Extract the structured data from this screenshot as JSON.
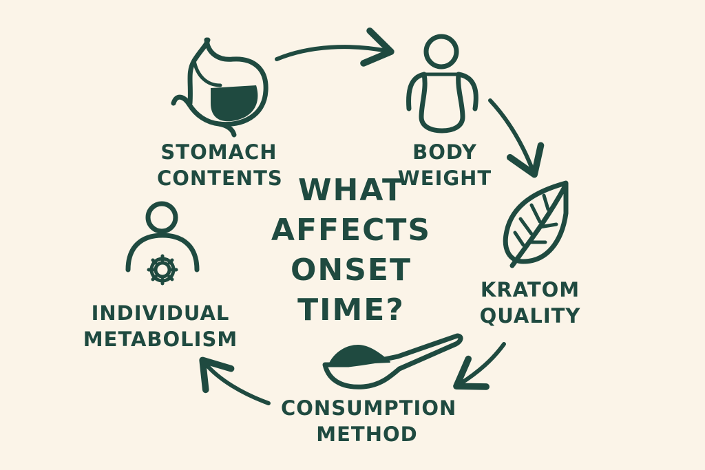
{
  "title": {
    "lines": [
      "WHAT",
      "AFFECTS",
      "ONSET",
      "TIME?"
    ]
  },
  "factors": {
    "stomach": {
      "line1": "STOMACH",
      "line2": "CONTENTS",
      "icon": "stomach-icon"
    },
    "body": {
      "line1": "BODY",
      "line2": "WEIGHT",
      "icon": "body-icon"
    },
    "kratom": {
      "line1": "KRATOM",
      "line2": "QUALITY",
      "icon": "leaf-icon"
    },
    "consumption": {
      "line1": "CONSUMPTION",
      "line2": "METHOD",
      "icon": "spoon-icon"
    },
    "metabolism": {
      "line1": "INDIVIDUAL",
      "line2": "METABOLISM",
      "icon": "person-gear-icon"
    }
  },
  "colors": {
    "background": "#fbf4e8",
    "ink": "#1f4a40"
  }
}
